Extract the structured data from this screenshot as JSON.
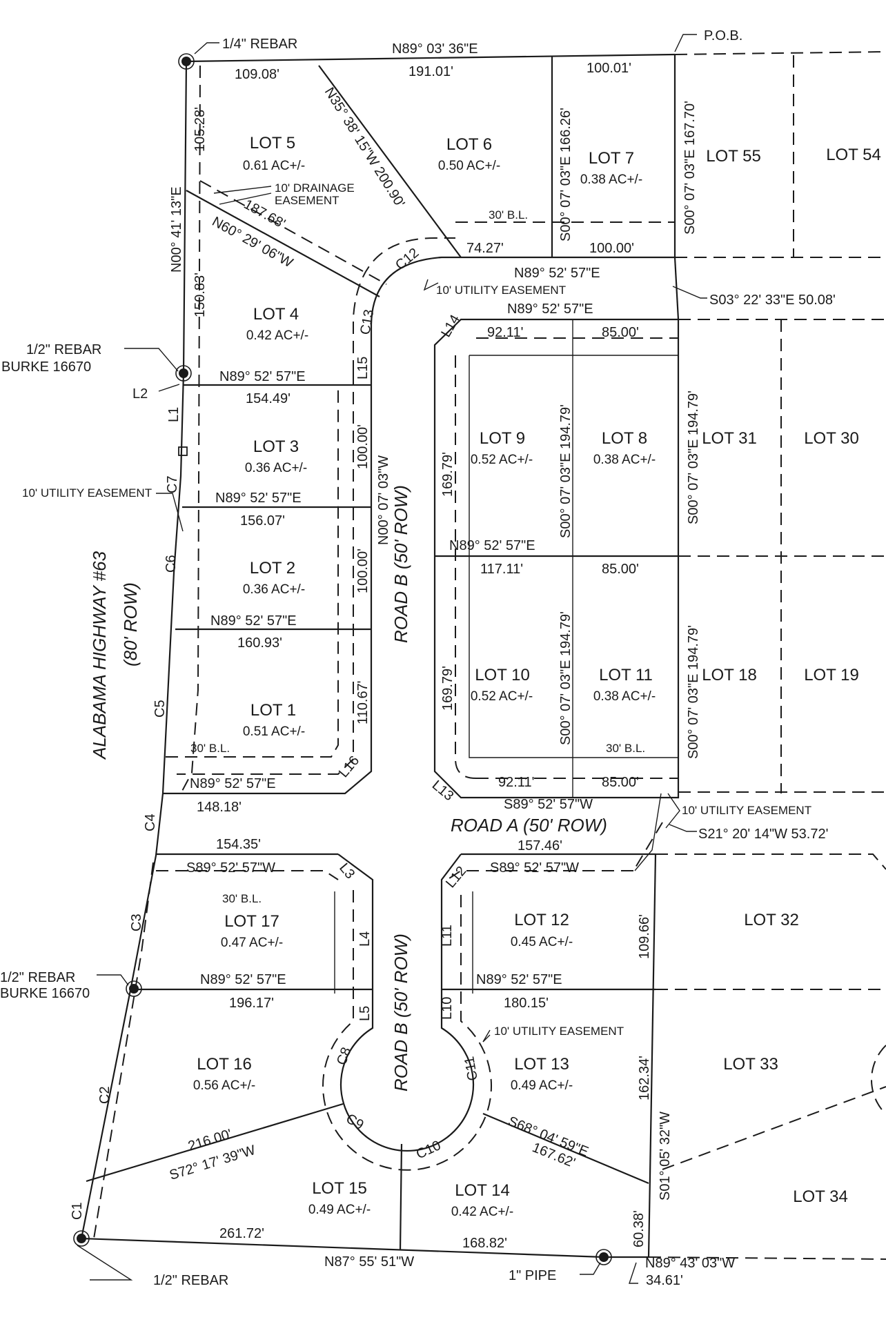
{
  "monuments": {
    "rebar_quarter_nw": "1/4\" REBAR",
    "pob": "P.O.B.",
    "rebar_half_mid_a": "1/2\" REBAR",
    "rebar_half_mid_b": "BURKE 16670",
    "rebar_half_w_a": "1/2\" REBAR",
    "rebar_half_w_b": "BURKE 16670",
    "rebar_half_sw": "1/2\" REBAR",
    "pipe": "1\" PIPE"
  },
  "roads": {
    "highway": "ALABAMA HIGHWAY #63",
    "highway_row": "(80' ROW)",
    "road_a": "ROAD A (50' ROW)",
    "road_b_north": "ROAD B (50' ROW)",
    "road_b_south": "ROAD B (50' ROW)"
  },
  "bearings": {
    "north_top": "N89° 03' 36\"E",
    "top_dist": "191.01'",
    "lot5_top": "109.08'",
    "lot7_top": "100.01'",
    "west_top": "N00° 41' 13\"E",
    "west_105": "105.28'",
    "west_150": "150.83'",
    "diag_lot56": "N35° 38' 15\"W 200.90'",
    "lot6_7_line": "S00° 07' 03\"E 166.26'",
    "lot7_55_line": "S00° 07' 03\"E 167.70'",
    "drain_bearing": "N60° 29' 06\"W",
    "drain_dist": "187.68'",
    "lot6_bottom": "74.27'",
    "lot7_bottom": "100.00'",
    "lot6_7_bottom_bearing": "N89° 52' 57\"E",
    "s03": "S03° 22' 33\"E 50.08'",
    "block_top_bearing": "N89° 52' 57\"E",
    "lot9_top": "92.11'",
    "lot8_top": "85.00'",
    "lot4_3_bearing": "N89° 52' 57\"E",
    "lot4_3_dist": "154.49'",
    "lot3_2_bearing": "N89° 52' 57\"E",
    "lot3_2_dist": "156.07'",
    "lot2_1_bearing": "N89° 52' 57\"E",
    "lot2_1_dist": "160.93'",
    "lot1_bottom_bearing": "N89° 52' 57\"E",
    "lot1_bottom_dist": "148.18'",
    "roadb_east_line": "N00° 07' 03\"W",
    "l15_100": "100.00'",
    "l_100b": "100.00'",
    "l_110": "110.67'",
    "lot9_west": "169.79'",
    "lot10_west": "169.79'",
    "lot9_8_line": "S00° 07' 03\"E 194.79'",
    "lot10_11_line": "S00° 07' 03\"E 194.79'",
    "lot8_31_line": "S00° 07' 03\"E 194.79'",
    "lot11_18_line": "S00° 07' 03\"E 194.79'",
    "mid_block_bearing": "N89° 52' 57\"E",
    "mid_block_dist": "117.11'",
    "mid_block_85": "85.00'",
    "lot10_bottom": "92.11'",
    "lot11_bottom": "85.00'",
    "road_a_bearing": "S89° 52' 57\"W",
    "road_a_dist": "157.46'",
    "s21": "S21° 20' 14\"W 53.72'",
    "lot17_top_dist": "154.35'",
    "lot17_top_bearing": "S89° 52' 57\"W",
    "lot12_top_bearing": "S89° 52' 57\"W",
    "lot17_16_bearing": "N89° 52' 57\"E",
    "lot17_16_dist": "196.17'",
    "lot12_13_bearing": "N89° 52' 57\"E",
    "lot12_13_dist": "180.15'",
    "lot12_east": "109.66'",
    "lot13_east": "162.34'",
    "east_bearing": "S01° 05' 32\"W",
    "lot14_east": "60.38'",
    "lot16_15_dist": "216.00'",
    "lot16_15_bearing": "S72° 17' 39\"W",
    "lot13_14_bearing": "S68° 04' 59\"E",
    "lot13_14_dist": "167.62'",
    "south_261": "261.72'",
    "south_168": "168.82'",
    "south_bearing": "N87° 55' 51\"W",
    "se_bearing": "N89° 43' 03\"W",
    "se_dist": "34.61'"
  },
  "easements": {
    "drainage_a": "10' DRAINAGE",
    "drainage_b": "EASEMENT",
    "utility_north": "10' UTILITY EASEMENT",
    "utility_west": "10' UTILITY EASEMENT",
    "utility_roada": "10' UTILITY EASEMENT",
    "utility_south": "10' UTILITY EASEMENT"
  },
  "building_lines": {
    "bl_lot6": "30' B.L.",
    "bl_lot1": "30' B.L.",
    "bl_lot11": "30' B.L.",
    "bl_lot17": "30' B.L."
  },
  "curve_labels": [
    "C1",
    "C2",
    "C3",
    "C4",
    "C5",
    "C6",
    "C7",
    "C8",
    "C9",
    "C10",
    "C11",
    "C12",
    "C13"
  ],
  "line_labels": [
    "L1",
    "L2",
    "L3",
    "L4",
    "L5",
    "L10",
    "L11",
    "L12",
    "L13",
    "L14",
    "L15",
    "L16"
  ],
  "lots": [
    {
      "name": "LOT 5",
      "acres": "0.61 AC+/-"
    },
    {
      "name": "LOT 6",
      "acres": "0.50 AC+/-"
    },
    {
      "name": "LOT 7",
      "acres": "0.38 AC+/-"
    },
    {
      "name": "LOT 55",
      "acres": ""
    },
    {
      "name": "LOT 54",
      "acres": ""
    },
    {
      "name": "LOT 4",
      "acres": "0.42 AC+/-"
    },
    {
      "name": "LOT 3",
      "acres": "0.36 AC+/-"
    },
    {
      "name": "LOT 2",
      "acres": "0.36 AC+/-"
    },
    {
      "name": "LOT 1",
      "acres": "0.51 AC+/-"
    },
    {
      "name": "LOT 9",
      "acres": "0.52 AC+/-"
    },
    {
      "name": "LOT 8",
      "acres": "0.38 AC+/-"
    },
    {
      "name": "LOT 31",
      "acres": ""
    },
    {
      "name": "LOT 30",
      "acres": ""
    },
    {
      "name": "LOT 10",
      "acres": "0.52 AC+/-"
    },
    {
      "name": "LOT 11",
      "acres": "0.38 AC+/-"
    },
    {
      "name": "LOT 18",
      "acres": ""
    },
    {
      "name": "LOT 19",
      "acres": ""
    },
    {
      "name": "LOT 17",
      "acres": "0.47 AC+/-"
    },
    {
      "name": "LOT 12",
      "acres": "0.45 AC+/-"
    },
    {
      "name": "LOT 32",
      "acres": ""
    },
    {
      "name": "LOT 16",
      "acres": "0.56 AC+/-"
    },
    {
      "name": "LOT 13",
      "acres": "0.49 AC+/-"
    },
    {
      "name": "LOT 33",
      "acres": ""
    },
    {
      "name": "LOT 15",
      "acres": "0.49 AC+/-"
    },
    {
      "name": "LOT 14",
      "acres": "0.42 AC+/-"
    },
    {
      "name": "LOT 34",
      "acres": ""
    }
  ]
}
